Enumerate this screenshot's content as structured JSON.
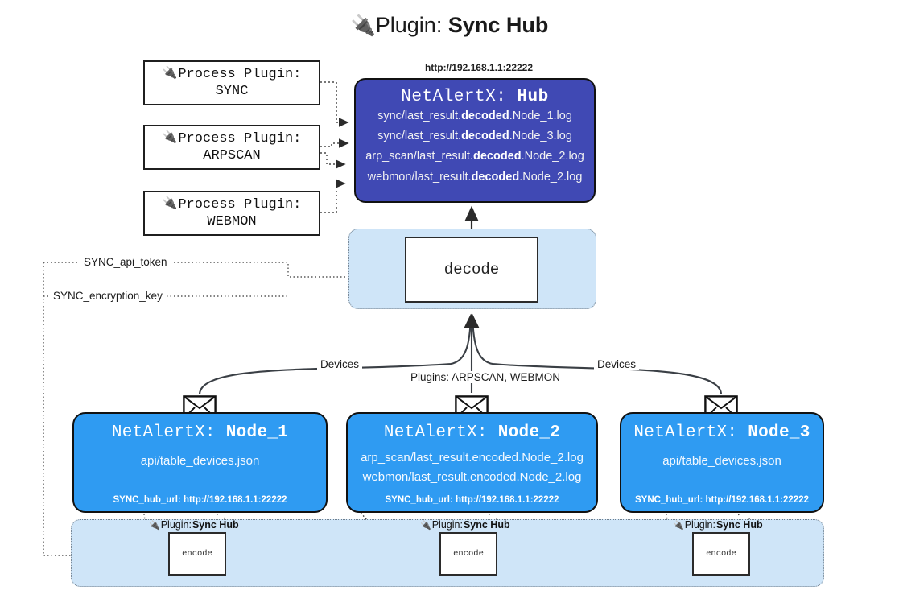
{
  "title": {
    "icon": "plug-icon",
    "glyph": "🔌",
    "prefix": "Plugin: ",
    "name": "Sync Hub"
  },
  "colors": {
    "hub_fill": "#4049b4",
    "node_fill": "#2f9bf2",
    "group_fill": "#cfe5f8",
    "stroke": "#111111",
    "dotted_stroke": "#6f7e8c"
  },
  "process_plugins": [
    {
      "icon": "plug-icon",
      "glyph": "🔌",
      "line1": "Process Plugin:",
      "line2": "SYNC"
    },
    {
      "icon": "plug-icon",
      "glyph": "🔌",
      "line1": "Process Plugin:",
      "line2": "ARPSCAN"
    },
    {
      "icon": "plug-icon",
      "glyph": "🔌",
      "line1": "Process Plugin:",
      "line2": "WEBMON"
    }
  ],
  "hub": {
    "url": "http://192.168.1.1:22222",
    "title_prefix": "NetAlertX: ",
    "title_name": "Hub",
    "lines": [
      {
        "pre": "sync/last_result.",
        "strong": "decoded",
        "post": ".Node_1.log"
      },
      {
        "pre": "sync/last_result.",
        "strong": "decoded",
        "post": ".Node_3.log"
      },
      {
        "pre": "arp_scan/last_result.",
        "strong": "decoded",
        "post": ".Node_2.log"
      },
      {
        "pre": "webmon/last_result.",
        "strong": "decoded",
        "post": ".Node_2.log"
      }
    ]
  },
  "decode": {
    "label": "decode"
  },
  "secrets": [
    {
      "label": "SYNC_api_token"
    },
    {
      "label": "SYNC_encryption_key"
    }
  ],
  "edge_labels": {
    "devices_left": "Devices",
    "devices_right": "Devices",
    "plugins_middle": "Plugins: ARPSCAN, WEBMON"
  },
  "nodes": [
    {
      "title_prefix": "NetAlertX: ",
      "title_name": "Node_1",
      "lines": [
        "api/table_devices.json"
      ],
      "footer": "SYNC_hub_url: http://192.168.1.1:22222",
      "icon": "envelope-icon"
    },
    {
      "title_prefix": "NetAlertX: ",
      "title_name": "Node_2",
      "lines": [
        "arp_scan/last_result.encoded.Node_2.log",
        "webmon/last_result.encoded.Node_2.log"
      ],
      "footer": "SYNC_hub_url: http://192.168.1.1:22222",
      "icon": "envelope-icon"
    },
    {
      "title_prefix": "NetAlertX: ",
      "title_name": "Node_3",
      "lines": [
        "api/table_devices.json"
      ],
      "footer": "SYNC_hub_url: http://192.168.1.1:22222",
      "icon": "envelope-icon"
    }
  ],
  "encoders": [
    {
      "caption_icon": "plug-icon",
      "glyph": "🔌",
      "caption_prefix": "Plugin: ",
      "caption_name": "Sync Hub",
      "label": "encode"
    },
    {
      "caption_icon": "plug-icon",
      "glyph": "🔌",
      "caption_prefix": "Plugin: ",
      "caption_name": "Sync Hub",
      "label": "encode"
    },
    {
      "caption_icon": "plug-icon",
      "glyph": "🔌",
      "caption_prefix": "Plugin: ",
      "caption_name": "Sync Hub",
      "label": "encode"
    }
  ]
}
